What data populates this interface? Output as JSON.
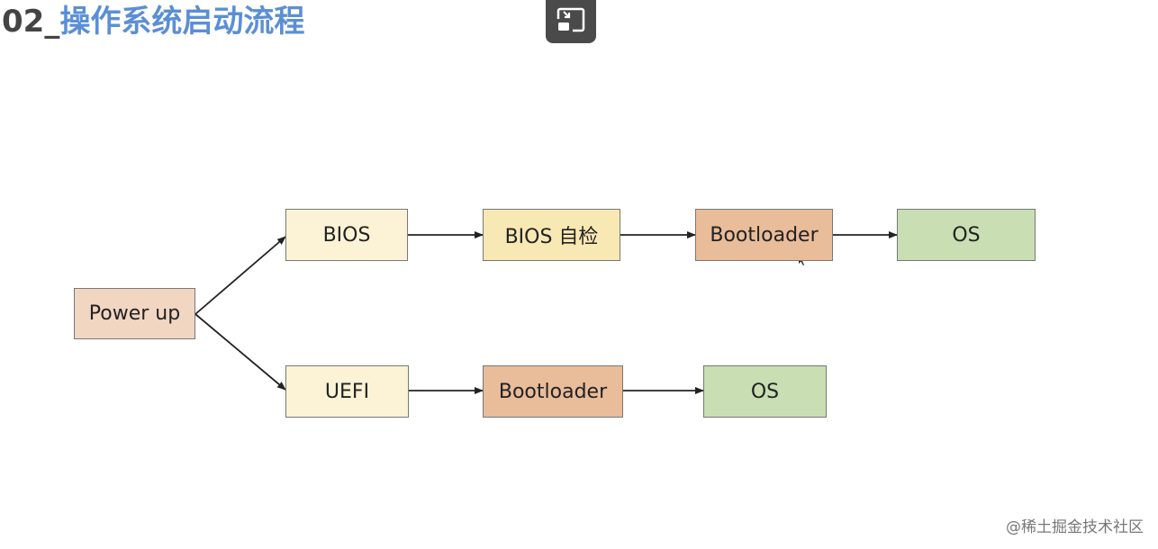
{
  "slide": {
    "title_number": "02_",
    "title_text": "操作系统启动流程"
  },
  "overlay": {
    "pip_icon": "picture-in-picture-icon"
  },
  "diagram": {
    "nodes": {
      "power_up": "Power up",
      "bios": "BIOS",
      "bios_post": "BIOS 自检",
      "bios_bootloader": "Bootloader",
      "bios_os": "OS",
      "uefi": "UEFI",
      "uefi_bootloader": "Bootloader",
      "uefi_os": "OS"
    },
    "colors": {
      "power_up": "#f1d6c2",
      "bios": "#fcf3d6",
      "bios_post": "#f8e8b4",
      "bootloader": "#e9bc9a",
      "os": "#c9deb2",
      "uefi": "#fcf3d6"
    }
  },
  "watermark": "@稀土掘金技术社区"
}
